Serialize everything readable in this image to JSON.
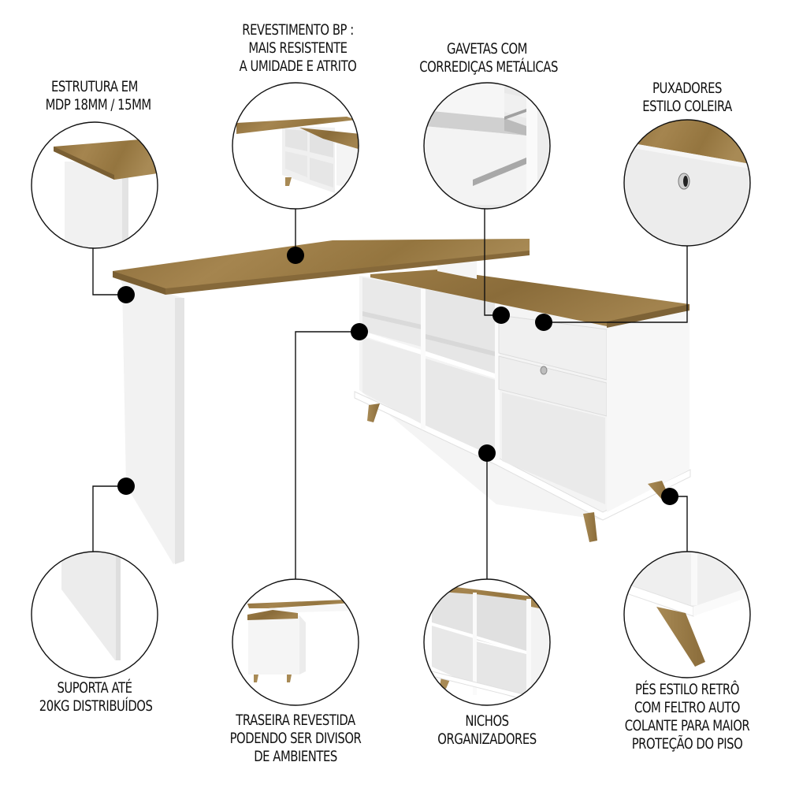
{
  "colors": {
    "background": "#ffffff",
    "wood": "#9a7a44",
    "wood_light": "#b39360",
    "wood_dark": "#7d6236",
    "white_panel": "#f3f3f3",
    "shadow_panel": "#e2e2e2",
    "line": "#111111",
    "dot": "#000000"
  },
  "product": {
    "name": "L-shaped desk with shelf niches and drawers",
    "finish": [
      "wood",
      "white"
    ]
  },
  "callouts": [
    {
      "id": "estrutura",
      "lines": [
        "ESTRUTURA EM",
        "MDP 18MM / 15MM"
      ],
      "position": "top-left",
      "zoom_subject": "tabletop corner on white side panel"
    },
    {
      "id": "revestimento",
      "lines": [
        "REVESTIMENTO BP :",
        "MAIS RESISTENTE",
        "A UMIDADE E ATRITO"
      ],
      "position": "top-center-left",
      "zoom_subject": "desk overview with top and niches"
    },
    {
      "id": "gavetas",
      "lines": [
        "GAVETAS COM",
        "CORREDIÇAS METÁLICAS"
      ],
      "position": "top-center-right",
      "zoom_subject": "open drawers showing metal slides"
    },
    {
      "id": "puxadores",
      "lines": [
        "PUXADORES",
        "ESTILO COLEIRA"
      ],
      "position": "top-right",
      "zoom_subject": "drawer front with round hole pull"
    },
    {
      "id": "suporta",
      "lines": [
        "SUPORTA ATÉ",
        "20KG DISTRIBUÍDOS"
      ],
      "position": "bottom-left",
      "zoom_subject": "side panel leg"
    },
    {
      "id": "traseira",
      "lines": [
        "TRASEIRA REVESTIDA",
        "PODENDO SER DIVISOR",
        "DE AMBIENTES"
      ],
      "position": "bottom-center-left",
      "zoom_subject": "rear view of cabinet"
    },
    {
      "id": "nichos",
      "lines": [
        "NICHOS",
        "ORGANIZADORES"
      ],
      "position": "bottom-center-right",
      "zoom_subject": "four open niches"
    },
    {
      "id": "pes",
      "lines": [
        "PÉS ESTILO RETRÔ",
        "COM FELTRO AUTO",
        "COLANTE PARA MAIOR",
        "PROTEÇÃO DO PISO"
      ],
      "position": "bottom-right",
      "zoom_subject": "angled wooden leg"
    }
  ]
}
